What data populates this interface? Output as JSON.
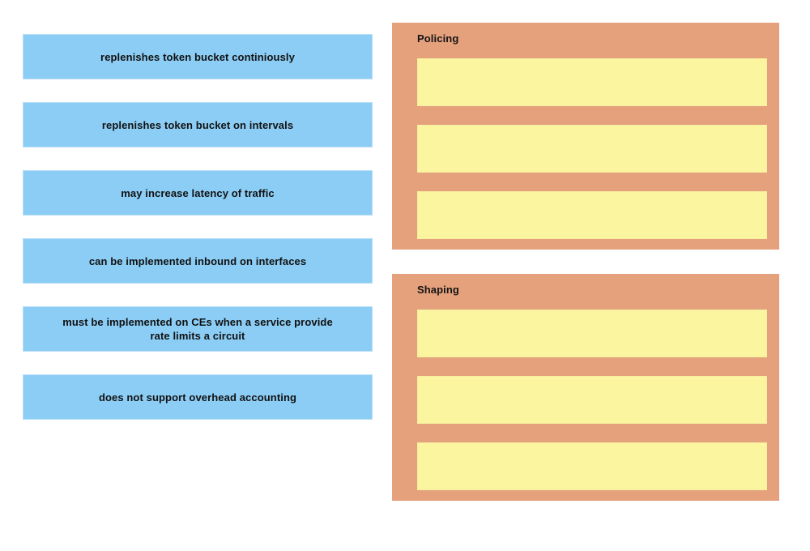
{
  "question": {
    "type": "drag-and-drop-categorization",
    "background_color": "#ffffff"
  },
  "options": {
    "tile_color": "#8ccdf5",
    "items": [
      {
        "id": "opt-1",
        "label": "replenishes token bucket continiously"
      },
      {
        "id": "opt-2",
        "label": "replenishes token bucket on intervals"
      },
      {
        "id": "opt-3",
        "label": "may increase latency of traffic"
      },
      {
        "id": "opt-4",
        "label": "can be implemented inbound on interfaces"
      },
      {
        "id": "opt-5",
        "label": "must be implemented on CEs when a service provide\nrate limits a circuit"
      },
      {
        "id": "opt-6",
        "label": "does not support overhead accounting"
      }
    ]
  },
  "categories": {
    "panel_color": "#e5a07c",
    "slot_color": "#fcf5a0",
    "list": [
      {
        "id": "cat-policing",
        "title": "Policing",
        "slots": [
          {
            "id": "policing-slot-1",
            "value": ""
          },
          {
            "id": "policing-slot-2",
            "value": ""
          },
          {
            "id": "policing-slot-3",
            "value": ""
          }
        ]
      },
      {
        "id": "cat-shaping",
        "title": "Shaping",
        "slots": [
          {
            "id": "shaping-slot-1",
            "value": ""
          },
          {
            "id": "shaping-slot-2",
            "value": ""
          },
          {
            "id": "shaping-slot-3",
            "value": ""
          }
        ]
      }
    ]
  }
}
